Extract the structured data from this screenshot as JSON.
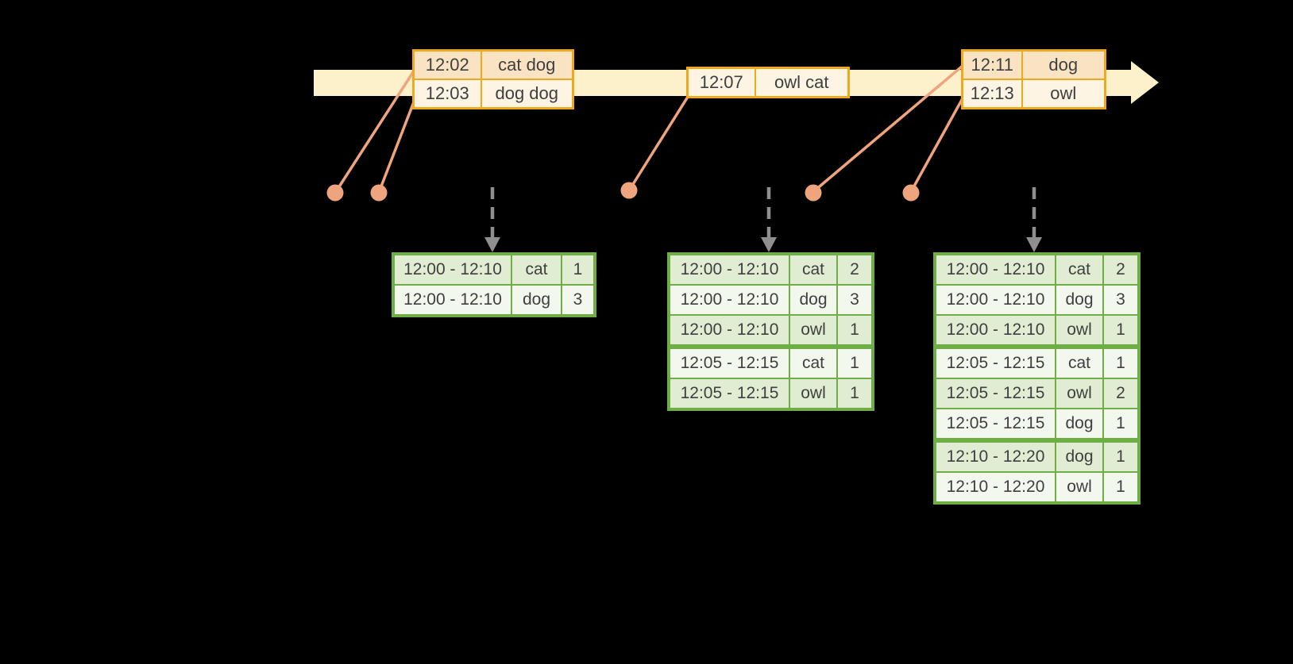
{
  "diagram": {
    "background": "#000000",
    "text_color": "#3F3F3F"
  },
  "timeline": {
    "band_color": "#FCF1CA",
    "border_color": "#F0A81E",
    "event_tables": [
      {
        "rows": [
          {
            "time": "12:02",
            "words": "cat dog"
          },
          {
            "time": "12:03",
            "words": "dog dog"
          }
        ]
      },
      {
        "rows": [
          {
            "time": "12:07",
            "words": "owl cat"
          }
        ]
      },
      {
        "rows": [
          {
            "time": "12:11",
            "words": "dog"
          },
          {
            "time": "12:13",
            "words": "owl"
          }
        ]
      }
    ]
  },
  "connectors": {
    "line_color": "#F0A47D",
    "dot_color": "#F0A47D",
    "trigger_arrow_color": "#8F8F8F"
  },
  "result_tables": [
    {
      "rows": [
        {
          "window": "12:00 - 12:10",
          "word": "cat",
          "count": "1"
        },
        {
          "window": "12:00 - 12:10",
          "word": "dog",
          "count": "3"
        }
      ]
    },
    {
      "rows": [
        {
          "window": "12:00 - 12:10",
          "word": "cat",
          "count": "2"
        },
        {
          "window": "12:00 - 12:10",
          "word": "dog",
          "count": "3"
        },
        {
          "window": "12:00 - 12:10",
          "word": "owl",
          "count": "1"
        },
        {
          "window": "12:05 - 12:15",
          "word": "cat",
          "count": "1"
        },
        {
          "window": "12:05 - 12:15",
          "word": "owl",
          "count": "1"
        }
      ]
    },
    {
      "rows": [
        {
          "window": "12:00 - 12:10",
          "word": "cat",
          "count": "2"
        },
        {
          "window": "12:00 - 12:10",
          "word": "dog",
          "count": "3"
        },
        {
          "window": "12:00 - 12:10",
          "word": "owl",
          "count": "1"
        },
        {
          "window": "12:05 - 12:15",
          "word": "cat",
          "count": "1"
        },
        {
          "window": "12:05 - 12:15",
          "word": "owl",
          "count": "2"
        },
        {
          "window": "12:05 - 12:15",
          "word": "dog",
          "count": "1"
        },
        {
          "window": "12:10 - 12:20",
          "word": "dog",
          "count": "1"
        },
        {
          "window": "12:10 - 12:20",
          "word": "owl",
          "count": "1"
        }
      ]
    },
    {
      "border_color": "#6FAE44",
      "row_green": "#E0EDD3",
      "row_white": "#F3F8EF"
    }
  ]
}
